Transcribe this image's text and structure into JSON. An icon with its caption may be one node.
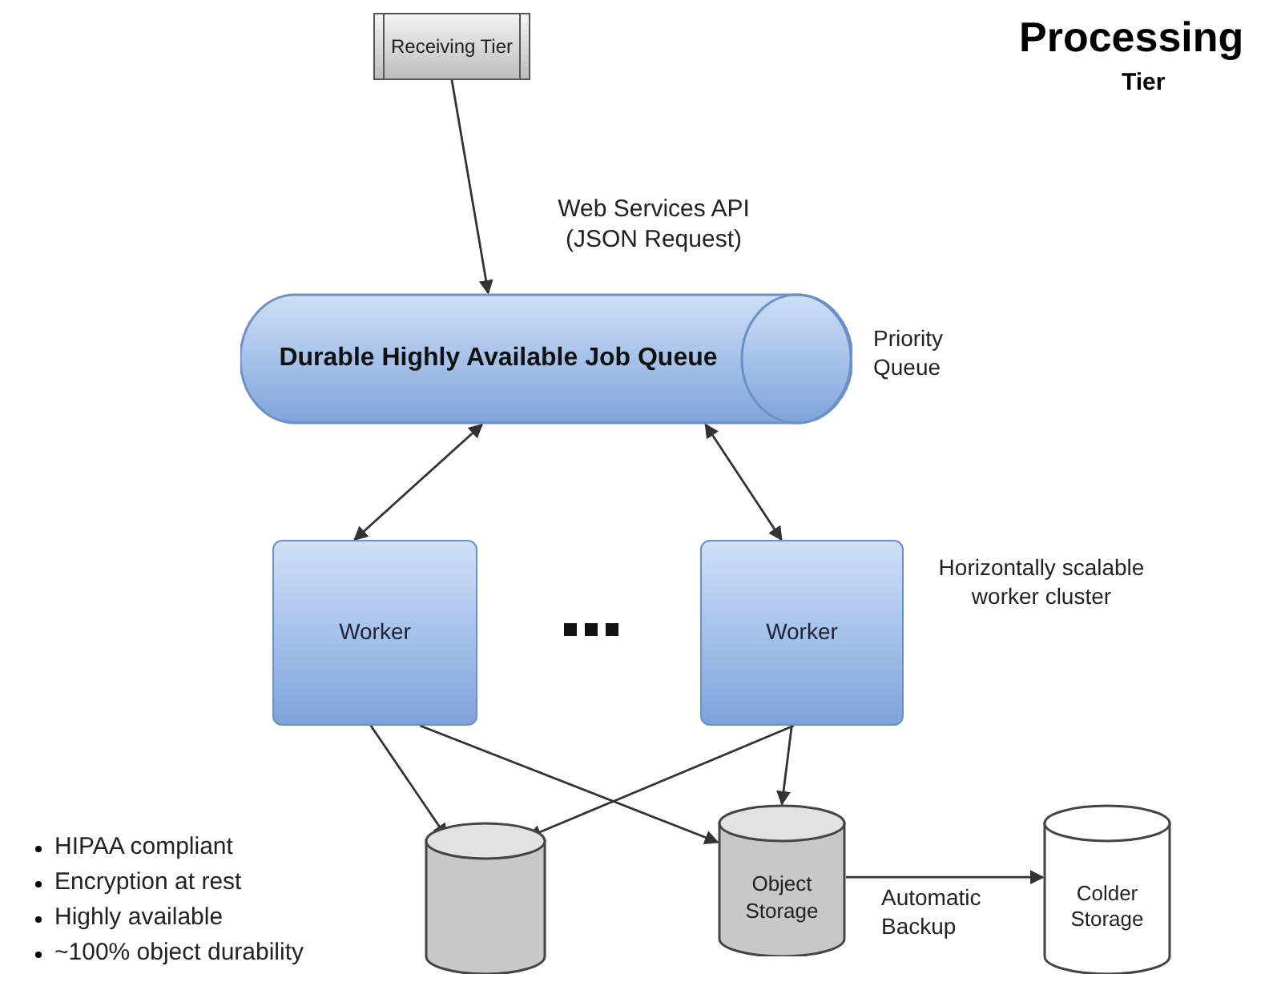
{
  "diagram": {
    "title": "Processing",
    "nodes": [
      {
        "text": [
          "Receiving Tier"
        ]
      },
      {
        "text": [
          "Durable Highly Available Job Queue"
        ],
        "beside": [
          "Priority Queue"
        ]
      },
      {
        "text": [
          "Worker"
        ]
      },
      {
        "text": [
          "Worker"
        ],
        "beside": [
          "Horizontally scalable worker cluster"
        ]
      },
      {
        "text": [],
        "shape": "cylinder"
      },
      {
        "text": [
          "Object Storage"
        ]
      },
      {
        "text": [
          "Colder Storage"
        ]
      }
    ],
    "edges": [
      {
        "from": 0,
        "to": 1,
        "arrow": "to",
        "label": "Web Services API (JSON Request)"
      },
      {
        "from": 1,
        "to": 2,
        "arrow": "both"
      },
      {
        "from": 1,
        "to": 3,
        "arrow": "both"
      },
      {
        "from": 2,
        "to": 4,
        "arrow": "to"
      },
      {
        "from": 2,
        "to": 5,
        "arrow": "to"
      },
      {
        "from": 3,
        "to": 4,
        "arrow": "to"
      },
      {
        "from": 3,
        "to": 5,
        "arrow": "to"
      },
      {
        "from": 5,
        "to": 6,
        "arrow": "to",
        "label": "Automatic Backup"
      }
    ],
    "labels": [
      "Tier",
      "HIPAA compliant",
      "Encryption at rest",
      "Highly available",
      "~100% object durability"
    ]
  }
}
